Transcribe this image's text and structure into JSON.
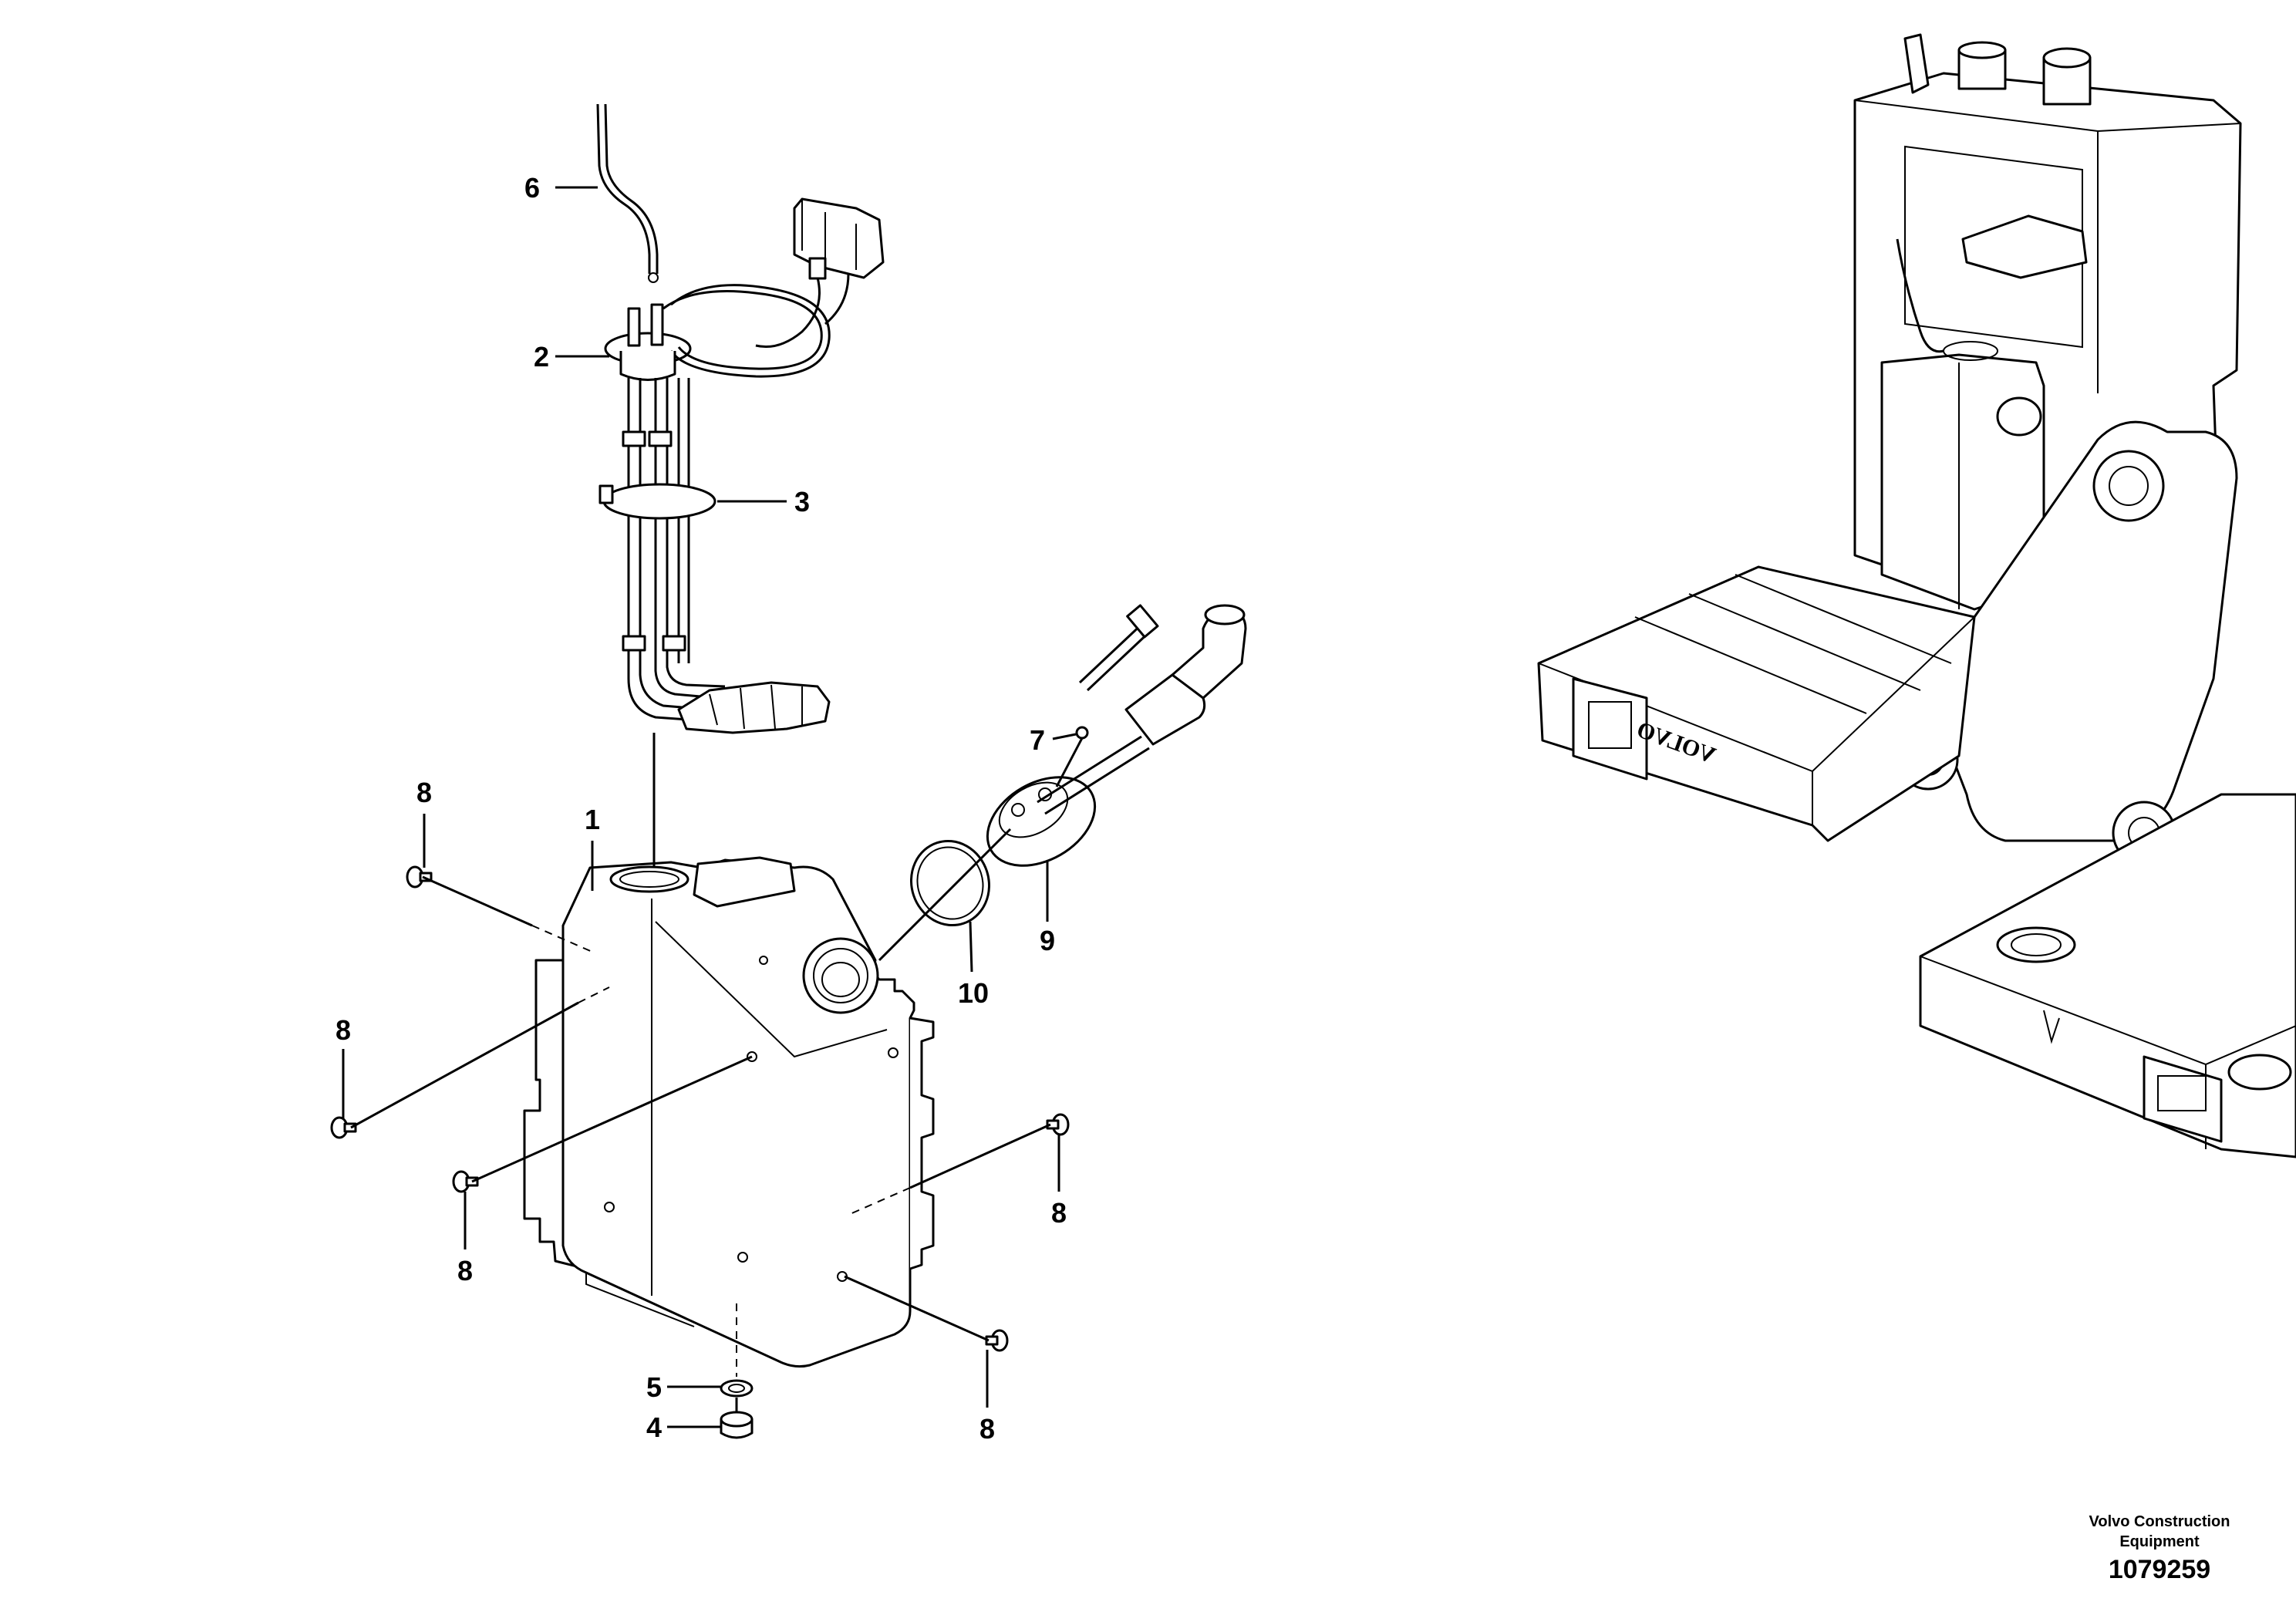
{
  "callouts": {
    "p1": "1",
    "p2": "2",
    "p3": "3",
    "p4": "4",
    "p5": "5",
    "p6": "6",
    "p7": "7",
    "p8a": "8",
    "p8b": "8",
    "p8c": "8",
    "p8d": "8",
    "p8e": "8",
    "p9": "9",
    "p10": "10"
  },
  "footer": {
    "brand_line1": "Volvo Construction",
    "brand_line2": "Equipment",
    "drawing_number": "1079259"
  },
  "machine": {
    "logo_text": "VOLVO"
  }
}
